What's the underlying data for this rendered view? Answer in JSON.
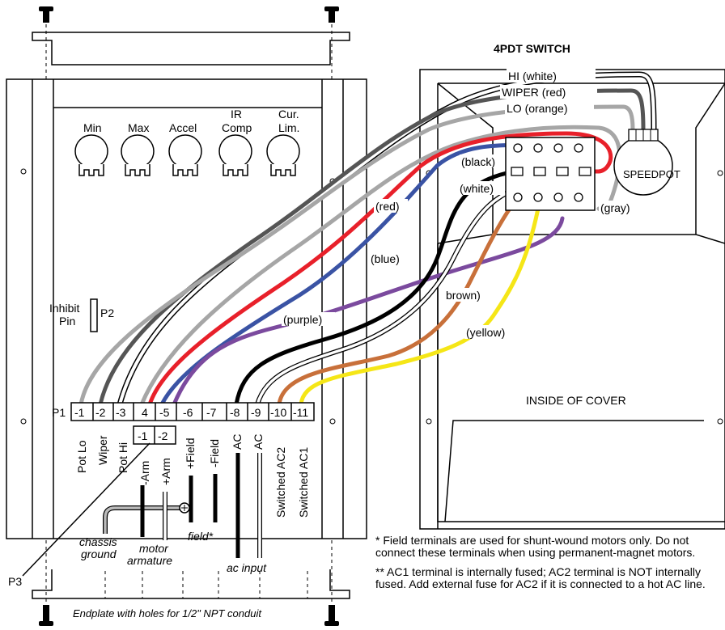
{
  "switch_title": "4PDT SWITCH",
  "pot_labels": [
    "Min",
    "Max",
    "Accel",
    "IR",
    "Comp",
    "Cur.",
    "Lim."
  ],
  "inhibit": {
    "line1": "Inhibit",
    "line2": "Pin",
    "connector": "P2"
  },
  "p1": {
    "label": "P1",
    "terminals": [
      "-1",
      "-2",
      "-3",
      "4",
      "-5",
      "-6",
      "-7",
      "-8",
      "-9",
      "-10",
      "-11"
    ]
  },
  "p3": {
    "label": "P3",
    "terminals": [
      "-1",
      "-2"
    ]
  },
  "terminal_names": [
    "Pot Lo",
    "Wiper",
    "Pot Hi",
    "-Arm",
    "+Arm",
    "+Field",
    "-Field",
    "AC",
    "AC",
    "Switched AC2",
    "Switched AC1"
  ],
  "wire_labels": {
    "hi": "HI (white)",
    "wiper": "WIPER (red)",
    "lo": "LO (orange)",
    "black": "(black)",
    "white": "(white)",
    "red": "(red)",
    "blue": "(blue)",
    "gray": "(gray)",
    "purple": "(purple)",
    "brown": "brown)",
    "yellow": "(yellow)"
  },
  "speedpot": "SPEEDPOT",
  "cover": "INSIDE OF COVER",
  "bottom_labels": {
    "chassis1": "chassis",
    "chassis2": "ground",
    "motor1": "motor",
    "motor2": "armature",
    "field": "field*",
    "ac_input": "ac input",
    "endplate": "Endplate with holes for 1/2\" NPT conduit"
  },
  "notes": [
    "* Field terminals are used for shunt-wound motors only. Do not connect these terminals when using permanent-magnet motors.",
    "** AC1 terminal is internally fused; AC2 terminal is NOT internally fused.  Add external fuse for AC2 if it is connected to a hot AC line."
  ],
  "colors": {
    "red": "#e8202a",
    "blue": "#3a53a4",
    "purple": "#7b4a9e",
    "gray": "#a6a6a6",
    "darkgray": "#555555",
    "brown": "#c8703a",
    "yellow": "#f5e617",
    "black": "#000000"
  }
}
